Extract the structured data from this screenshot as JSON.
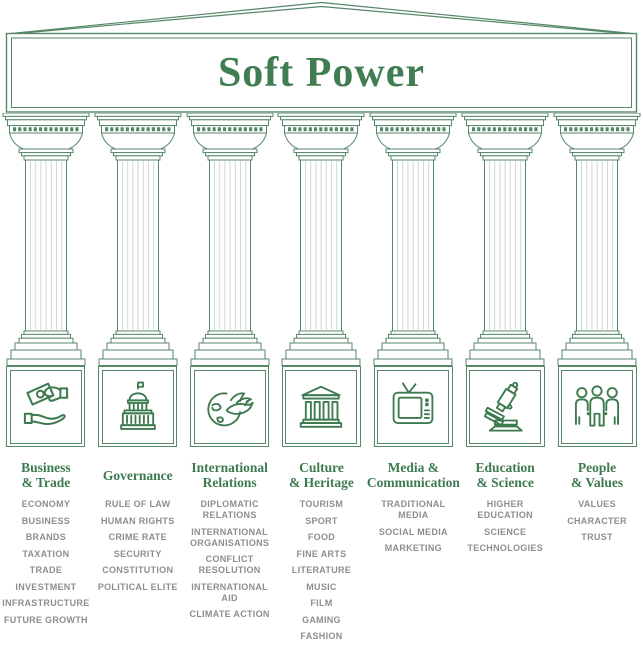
{
  "title": "Soft Power",
  "colors": {
    "accent_green": "#3e7a50",
    "outline_green": "#578769",
    "item_gray": "#8e8e8e",
    "background": "#ffffff"
  },
  "pillars": [
    {
      "id": "business-trade",
      "icon": "money-hands-icon",
      "title": "Business\n& Trade",
      "items": [
        "ECONOMY",
        "BUSINESS",
        "BRANDS",
        "TAXATION",
        "TRADE",
        "INVESTMENT",
        "INFRASTRUCTURE",
        "FUTURE GROWTH"
      ]
    },
    {
      "id": "governance",
      "icon": "capitol-building-icon",
      "title": "Governance",
      "items": [
        "RULE OF LAW",
        "HUMAN RIGHTS",
        "CRIME RATE",
        "SECURITY",
        "CONSTITUTION",
        "POLITICAL ELITE"
      ]
    },
    {
      "id": "international-relations",
      "icon": "dove-globe-icon",
      "title": "International\nRelations",
      "items": [
        "DIPLOMATIC\nRELATIONS",
        "INTERNATIONAL\nORGANISATIONS",
        "CONFLICT\nRESOLUTION",
        "INTERNATIONAL\nAID",
        "CLIMATE ACTION"
      ]
    },
    {
      "id": "culture-heritage",
      "icon": "temple-icon",
      "title": "Culture\n& Heritage",
      "items": [
        "TOURISM",
        "SPORT",
        "FOOD",
        "FINE ARTS",
        "LITERATURE",
        "MUSIC",
        "FILM",
        "GAMING",
        "FASHION"
      ]
    },
    {
      "id": "media-communication",
      "icon": "television-icon",
      "title": "Media &\nCommunication",
      "items": [
        "TRADITIONAL\nMEDIA",
        "SOCIAL MEDIA",
        "MARKETING"
      ]
    },
    {
      "id": "education-science",
      "icon": "microscope-icon",
      "title": "Education\n& Science",
      "items": [
        "HIGHER\nEDUCATION",
        "SCIENCE",
        "TECHNOLOGIES"
      ]
    },
    {
      "id": "people-values",
      "icon": "people-group-icon",
      "title": "People\n& Values",
      "items": [
        "VALUES",
        "CHARACTER",
        "TRUST"
      ]
    }
  ]
}
